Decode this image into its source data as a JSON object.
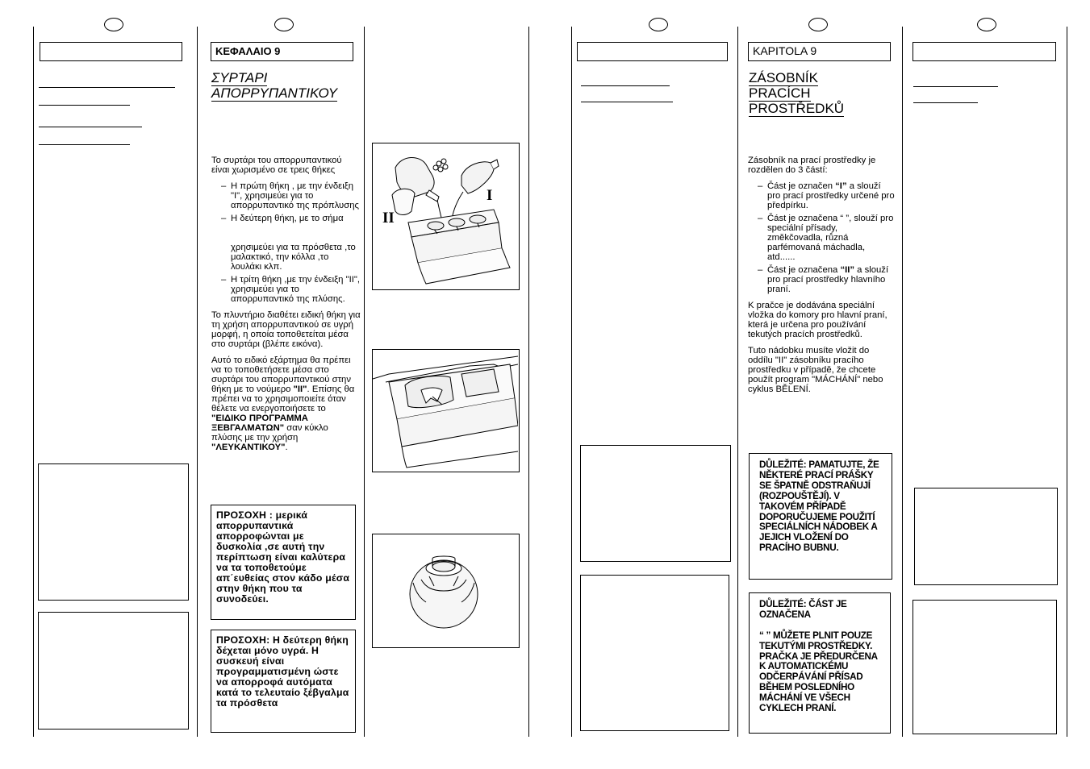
{
  "greek": {
    "chapter": "ΚΕΦΑΛΑΙΟ 9",
    "title_line1": "ΣΥΡΤΑΡΙ",
    "title_line2": "ΑΠΟΡΡΥΠΑΝΤΙΚΟΥ",
    "intro": "Το συρτάρι του απορρυπαντικού είναι χωρισμένο σε τρεις θήκες",
    "bullet1": "Η πρώτη θήκη , με την ένδειξη \"I\", χρησιμεύει για το απορρυπαντικό της πρόπλυσης",
    "bullet2a": "Η δεύτερη θήκη, με το σήμα",
    "bullet2b": "χρησιμεύει για τα πρόσθετα ,το μαλακτικό, την κόλλα ,το λουλάκι κλπ.",
    "bullet3": "Η τρίτη θήκη ,με την ένδειξη \"II\", χρησιμεύει για το απορρυπαντικό της πλύσης.",
    "para2": "Το πλυντήριο διαθέτει ειδική θήκη για τη χρήση απορρυπαντικού σε υγρή μορφή, η οποία τοποθετείται μέσα στο συρτάρι (βλέπε εικόνα).",
    "para3_a": "Αυτό το ειδικό εξάρτημα θα πρέπει να το τοποθετήσετε μέσα στο συρτάρι του απορρυπαντικού στην θήκη με το νούμερο ",
    "para3_b": "\"II\"",
    "para3_c": ". Επίσης θα πρέπει να το χρησιμοποιείτε όταν θέλετε να ενεργοποιήσετε το ",
    "para3_d": "\"ΕΙΔΙΚΟ ΠΡΟΓΡΑΜΜΑ ΞΕΒΓΑΛΜΑΤΩΝ\"",
    "para3_e": " σαν κύκλο πλύσης με την χρήση ",
    "para3_f": "\"ΛΕΥΚΑΝΤΙΚΟΥ\"",
    "para3_g": ".",
    "warn1": "ΠΡΟΣΟΧΗ : μερικά απορρυπαντικά απορροφώνται με δυσκολία ,σε αυτή την περίπτωση είναι καλύτερα να τα τοποθετούμε απ΄ευθείας στον κάδο μέσα στην θήκη που τα συνοδεύει.",
    "warn2": "ΠΡΟΣΟΧΗ: Η δεύτερη θήκη δέχεται μόνο υγρά. Η συσκευή είναι προγραμματισμένη ώστε να απορροφά αυτόματα κατά το τελευταίο ξέβγαλμα τα πρόσθετα"
  },
  "czech": {
    "chapter": "KAPITOLA 9",
    "title_line1": "ZÁSOBNÍK",
    "title_line2": "PRACÍCH",
    "title_line3": "PROSTŘEDKŮ",
    "intro": "Zásobník na prací prostředky je rozdělen do 3 částí:",
    "b1_a": "Část je označen ",
    "b1_b": "“I”",
    "b1_c": " a slouží pro prací prostředky určené pro předpírku.",
    "b2": "Část je označena “ ”, slouží pro speciální přísady, změkčovadla, různá parfémovaná máchadla, atd......",
    "b3_a": "Část je označena ",
    "b3_b": "“II”",
    "b3_c": " a slouží pro prací prostředky hlavního praní.",
    "para2": "K pračce je dodávána speciální vložka do komory pro hlavní praní, která je určena pro používání tekutých pracích prostředků.",
    "para3": "Tuto nádobku musíte vložit do oddílu \"II\" zásobníku pracího prostředku v případě, že chcete použít program \"MÁCHÁNÍ\" nebo cyklus BĚLENÍ.",
    "warn1": "DŮLEŽITÉ: PAMATUJTE, ŽE NĚKTERÉ PRACÍ PRÁŠKY SE ŠPATNĚ ODSTRAŇUJÍ (ROZPOUŠTĚJÍ). V TAKOVÉM PŘÍPADĚ DOPORUČUJEME POUŽITÍ SPECIÁLNÍCH NÁDOBEK A JEJICH VLOŽENÍ DO PRACÍHO BUBNU.",
    "warn2_a": "DŮLEŽITÉ: ČÁST JE OZNAČENA",
    "warn2_b": "“ ” MŮŽETE PLNIT POUZE TEKUTÝMI PROSTŘEDKY. PRAČKA JE PŘEDURČENA K AUTOMATICKÉMU ODČERPÁVÁNÍ PŘÍSAD BĚHEM POSLEDNÍHO MÁCHÁNÍ VE VŠECH CYKLECH PRANÍ."
  },
  "figure": {
    "mark_I": "I",
    "mark_II": "II"
  }
}
